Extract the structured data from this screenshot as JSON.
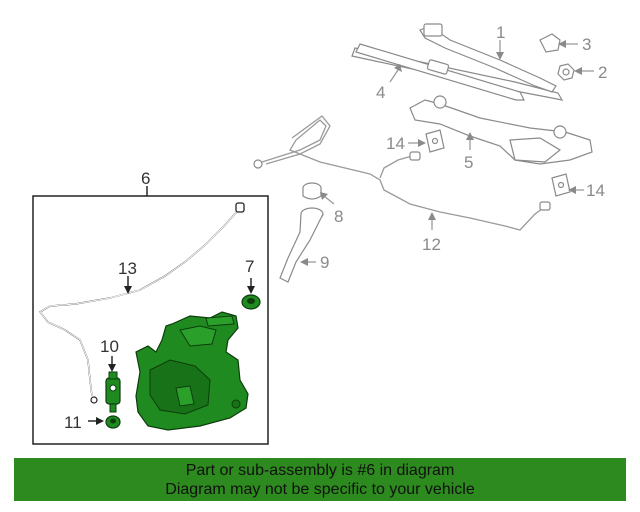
{
  "callouts": {
    "c1": "1",
    "c2": "2",
    "c3": "3",
    "c4": "4",
    "c5": "5",
    "c6": "6",
    "c7": "7",
    "c8": "8",
    "c9": "9",
    "c10": "10",
    "c11": "11",
    "c12": "12",
    "c13": "13",
    "c14a": "14",
    "c14b": "14"
  },
  "banner": {
    "line1": "Part or sub-assembly is #6 in diagram",
    "line2": "Diagram may not be specific to your vehicle"
  },
  "colors": {
    "highlight_part": "#1f8a1f",
    "banner_bg": "#2d8a1e"
  }
}
